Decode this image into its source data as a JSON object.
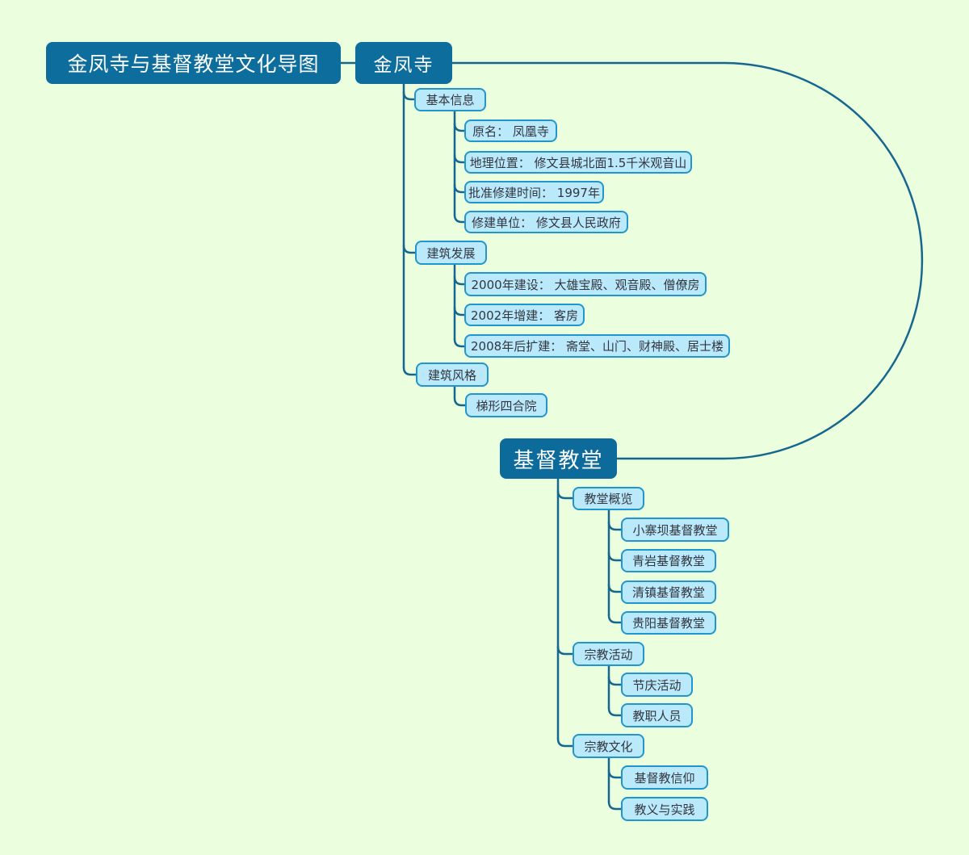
{
  "page": {
    "title": "金凤寺与基督教堂文化导图",
    "background_color": "#ebfede"
  },
  "colors": {
    "root_fill": "#0d6e9e",
    "main_node_fill": "#0c6b9a",
    "leaf_fill": "#b9e9fb",
    "leaf_border": "#2196cc",
    "connector_line": "#16678f",
    "root_text": "#ffffff",
    "leaf_text": "#33363f"
  },
  "root": {
    "label": "金凤寺与基督教堂文化导图"
  },
  "branches": [
    {
      "label": "金凤寺",
      "children": [
        {
          "label": "基本信息",
          "items": [
            "原名： 凤凰寺",
            "地理位置： 修文县城北面1.5千米观音山",
            "批准修建时间： 1997年",
            "修建单位： 修文县人民政府"
          ]
        },
        {
          "label": "建筑发展",
          "items": [
            "2000年建设： 大雄宝殿、观音殿、僧僚房",
            "2002年增建： 客房",
            "2008年后扩建： 斋堂、山门、财神殿、居士楼"
          ]
        },
        {
          "label": "建筑风格",
          "items": [
            "梯形四合院"
          ]
        }
      ]
    },
    {
      "label": "基督教堂",
      "children": [
        {
          "label": "教堂概览",
          "items": [
            "小寨坝基督教堂",
            "青岩基督教堂",
            "清镇基督教堂",
            "贵阳基督教堂"
          ]
        },
        {
          "label": "宗教活动",
          "items": [
            "节庆活动",
            "教职人员"
          ]
        },
        {
          "label": "宗教文化",
          "items": [
            "基督教信仰",
            "教义与实践"
          ]
        }
      ]
    }
  ]
}
